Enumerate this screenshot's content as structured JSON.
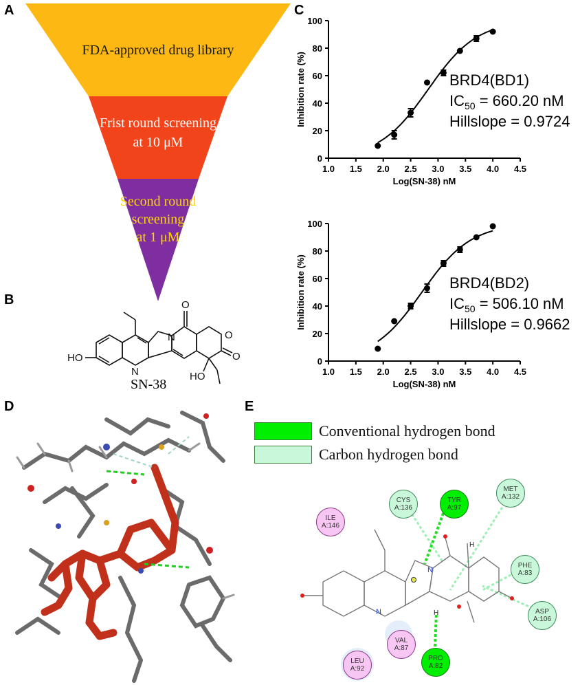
{
  "panels": {
    "A": "A",
    "B": "B",
    "C": "C",
    "D": "D",
    "E": "E"
  },
  "funnel": {
    "levels": [
      {
        "lines": [
          "FDA-approved drug library"
        ],
        "color": "#FDB813",
        "text_color": "#1a1a1a"
      },
      {
        "lines": [
          "Frist round screening",
          "at 10 μM"
        ],
        "color": "#F2441B",
        "text_color": "#ffffff"
      },
      {
        "lines": [
          "Second round",
          "screening",
          "at 1 μM"
        ],
        "color": "#7E2EA0",
        "text_color": "#FFD700"
      }
    ]
  },
  "molecule": {
    "name": "SN-38",
    "atom_labels": {
      "o_top": "O",
      "o_right": "O",
      "o_ring": "O",
      "n_ring": "N",
      "n_bottom": "N",
      "ho_left": "HO",
      "ho_bottom": "HO"
    }
  },
  "chart_data": [
    {
      "type": "scatter",
      "title": "",
      "xlabel": "Log(SN-38) nM",
      "ylabel": "Inhibition rate (%)",
      "xlim": [
        1.0,
        4.5
      ],
      "ylim": [
        0,
        100
      ],
      "xticks": [
        "1.0",
        "1.5",
        "2.0",
        "2.5",
        "3.0",
        "3.5",
        "4.0",
        "4.5"
      ],
      "yticks": [
        "0",
        "20",
        "40",
        "60",
        "80",
        "100"
      ],
      "series": [
        {
          "x": [
            1.9,
            2.2,
            2.5,
            2.8,
            3.1,
            3.4,
            3.7,
            4.0
          ],
          "y": [
            9,
            17,
            33,
            55,
            62,
            78,
            87,
            92
          ],
          "err": [
            0,
            3,
            3,
            0,
            2,
            0,
            2,
            0
          ]
        }
      ],
      "fit": {
        "bottom": 0,
        "top": 100,
        "logIC50": 2.8197,
        "hill": 0.9724
      },
      "annotation": {
        "line1": "BRD4(BD1)",
        "ic_prefix": "IC",
        "ic_sub": "50",
        "ic_value": " = 660.20 nM",
        "line3": "Hillslope = 0.9724"
      }
    },
    {
      "type": "scatter",
      "title": "",
      "xlabel": "Log(SN-38) nM",
      "ylabel": "Inhibition rate (%)",
      "xlim": [
        1.0,
        4.5
      ],
      "ylim": [
        0,
        100
      ],
      "xticks": [
        "1.0",
        "1.5",
        "2.0",
        "2.5",
        "3.0",
        "3.5",
        "4.0",
        "4.5"
      ],
      "yticks": [
        "0",
        "20",
        "40",
        "60",
        "80",
        "100"
      ],
      "series": [
        {
          "x": [
            1.9,
            2.2,
            2.5,
            2.8,
            3.1,
            3.4,
            3.7,
            4.0
          ],
          "y": [
            9,
            29,
            40,
            53,
            71,
            81,
            90,
            98
          ],
          "err": [
            0,
            0,
            2,
            3,
            2,
            2,
            0,
            0
          ]
        }
      ],
      "fit": {
        "bottom": 0,
        "top": 100,
        "logIC50": 2.7042,
        "hill": 0.9662
      },
      "annotation": {
        "line1": "BRD4(BD2)",
        "ic_prefix": "IC",
        "ic_sub": "50",
        "ic_value": " = 506.10 nM",
        "line3": "Hillslope = 0.9662"
      }
    }
  ],
  "legend": [
    {
      "label": "Conventional hydrogen bond",
      "color": "#00EE00"
    },
    {
      "label": "Carbon hydrogen bond",
      "color": "#C9F7D9"
    }
  ],
  "residues": [
    {
      "id": "CYS",
      "pos": "A:136",
      "kind": "carbon"
    },
    {
      "id": "TYR",
      "pos": "A:97",
      "kind": "conventional"
    },
    {
      "id": "MET",
      "pos": "A:132",
      "kind": "carbon"
    },
    {
      "id": "PHE",
      "pos": "A:83",
      "kind": "carbon"
    },
    {
      "id": "ASP",
      "pos": "A:106",
      "kind": "carbon"
    },
    {
      "id": "ILE",
      "pos": "A:146",
      "kind": "other"
    },
    {
      "id": "VAL",
      "pos": "A:87",
      "kind": "other"
    },
    {
      "id": "LEU",
      "pos": "A:92",
      "kind": "other"
    },
    {
      "id": "PRO",
      "pos": "A:82",
      "kind": "conventional"
    }
  ],
  "ligand_labels": {
    "n1": "N",
    "n2": "N",
    "h1": "H",
    "h2": "H"
  },
  "colors": {
    "conventional": "#00EE00",
    "carbon": "#C9F7D9",
    "pi_alkyl": "#F8C6F2",
    "ligand": "#E04020",
    "docking_bg": "#ffffff"
  }
}
